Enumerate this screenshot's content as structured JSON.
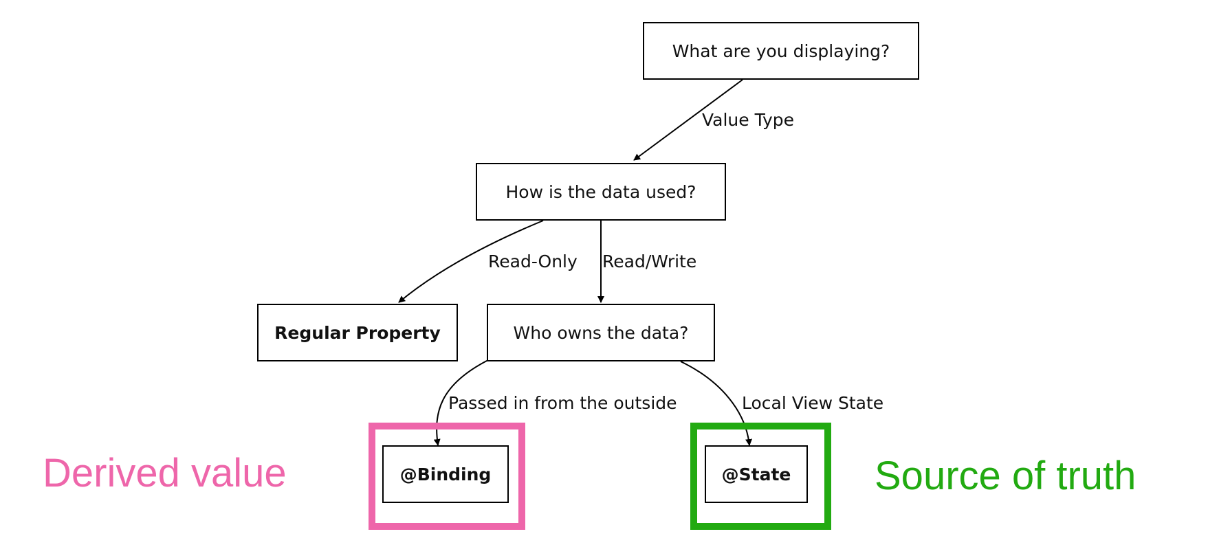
{
  "diagram": {
    "nodes": {
      "root": {
        "label": "What are you displaying?"
      },
      "usage": {
        "label": "How is the data used?"
      },
      "regular": {
        "label": "Regular Property"
      },
      "owner": {
        "label": "Who owns the data?"
      },
      "binding": {
        "label": "@Binding"
      },
      "state": {
        "label": "@State"
      }
    },
    "edges": {
      "value_type": {
        "label": "Value Type"
      },
      "read_only": {
        "label": "Read-Only"
      },
      "read_write": {
        "label": "Read/Write"
      },
      "passed_in": {
        "label": "Passed in from the outside"
      },
      "local_state": {
        "label": "Local View State"
      }
    }
  },
  "annotations": {
    "derived": {
      "label": "Derived value",
      "color": "#EE66AA"
    },
    "source": {
      "label": "Source of truth",
      "color": "#22AA11"
    }
  }
}
